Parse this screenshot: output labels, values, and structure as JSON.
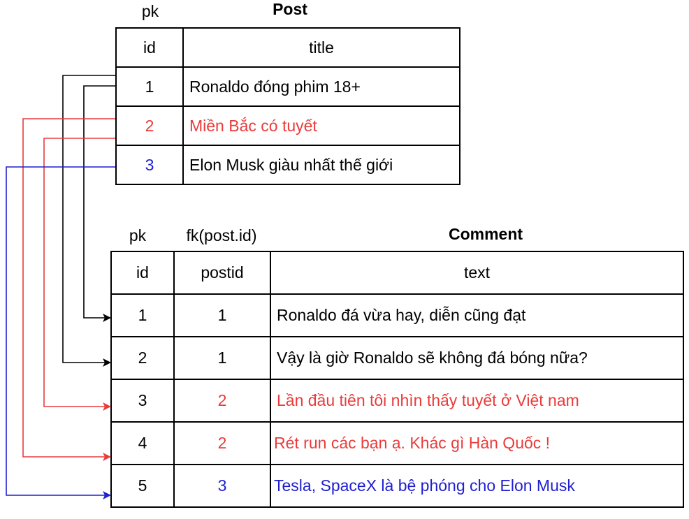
{
  "post": {
    "pk_label": "pk",
    "title": "Post",
    "columns": [
      "id",
      "title"
    ],
    "rows": [
      {
        "id": "1",
        "title": "Ronaldo đóng phim 18+",
        "color": "#000000"
      },
      {
        "id": "2",
        "title": "Miền Bắc có tuyết",
        "color": "#ea3b3b"
      },
      {
        "id": "3",
        "title": "Elon Musk giàu nhất thế giới",
        "color": "#1f1fd1"
      }
    ]
  },
  "comment": {
    "pk_label": "pk",
    "fk_label": "fk(post.id)",
    "title": "Comment",
    "columns": [
      "id",
      "postid",
      "text"
    ],
    "rows": [
      {
        "id": "1",
        "postid": "1",
        "text": "Ronaldo đá vừa hay, diễn cũng đạt",
        "color": "#000000"
      },
      {
        "id": "2",
        "postid": "1",
        "text": "Vậy là giờ Ronaldo sẽ không đá bóng nữa?",
        "color": "#000000"
      },
      {
        "id": "3",
        "postid": "2",
        "text": "Lần đầu tiên tôi nhìn thấy tuyết ở Việt nam",
        "color": "#ea3b3b"
      },
      {
        "id": "4",
        "postid": "2",
        "text": "Rét run các bạn ạ. Khác gì Hàn Quốc !",
        "color": "#ea3b3b"
      },
      {
        "id": "5",
        "postid": "3",
        "text": "Tesla, SpaceX là bệ phóng cho Elon Musk",
        "color": "#1f1fd1"
      }
    ]
  },
  "colors": {
    "black": "#000000",
    "red": "#ea3b3b",
    "blue": "#1f1fd1"
  }
}
